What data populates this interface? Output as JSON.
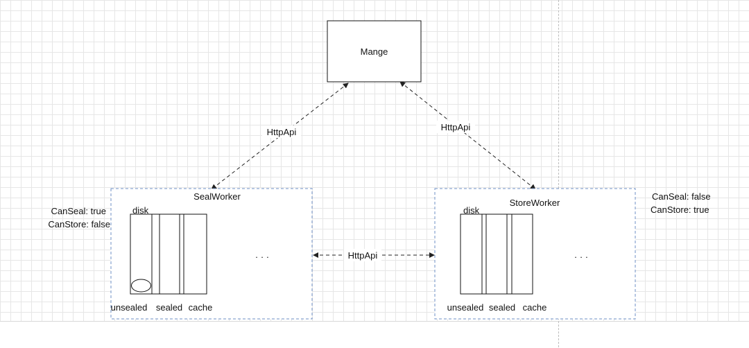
{
  "manage_box": {
    "label": "Mange"
  },
  "connections": {
    "left_link_label": "HttpApi",
    "right_link_label": "HttpApi",
    "middle_link_label": "HttpApi"
  },
  "seal_worker": {
    "title": "SealWorker",
    "disk_label": "disk",
    "slots": [
      "unsealed",
      "sealed",
      "cache"
    ],
    "ellipsis": "· · ·",
    "caps": [
      "CanSeal: true",
      "CanStore: false"
    ]
  },
  "store_worker": {
    "title": "StoreWorker",
    "disk_label": "disk",
    "slots": [
      "unsealed",
      "sealed",
      "cache"
    ],
    "ellipsis": "· · ·",
    "caps": [
      "CanSeal: false",
      "CanStore: true"
    ]
  },
  "colors": {
    "worker_border": "#6d8fc6",
    "arrow": "#222222",
    "grid": "#e6e6e6"
  }
}
